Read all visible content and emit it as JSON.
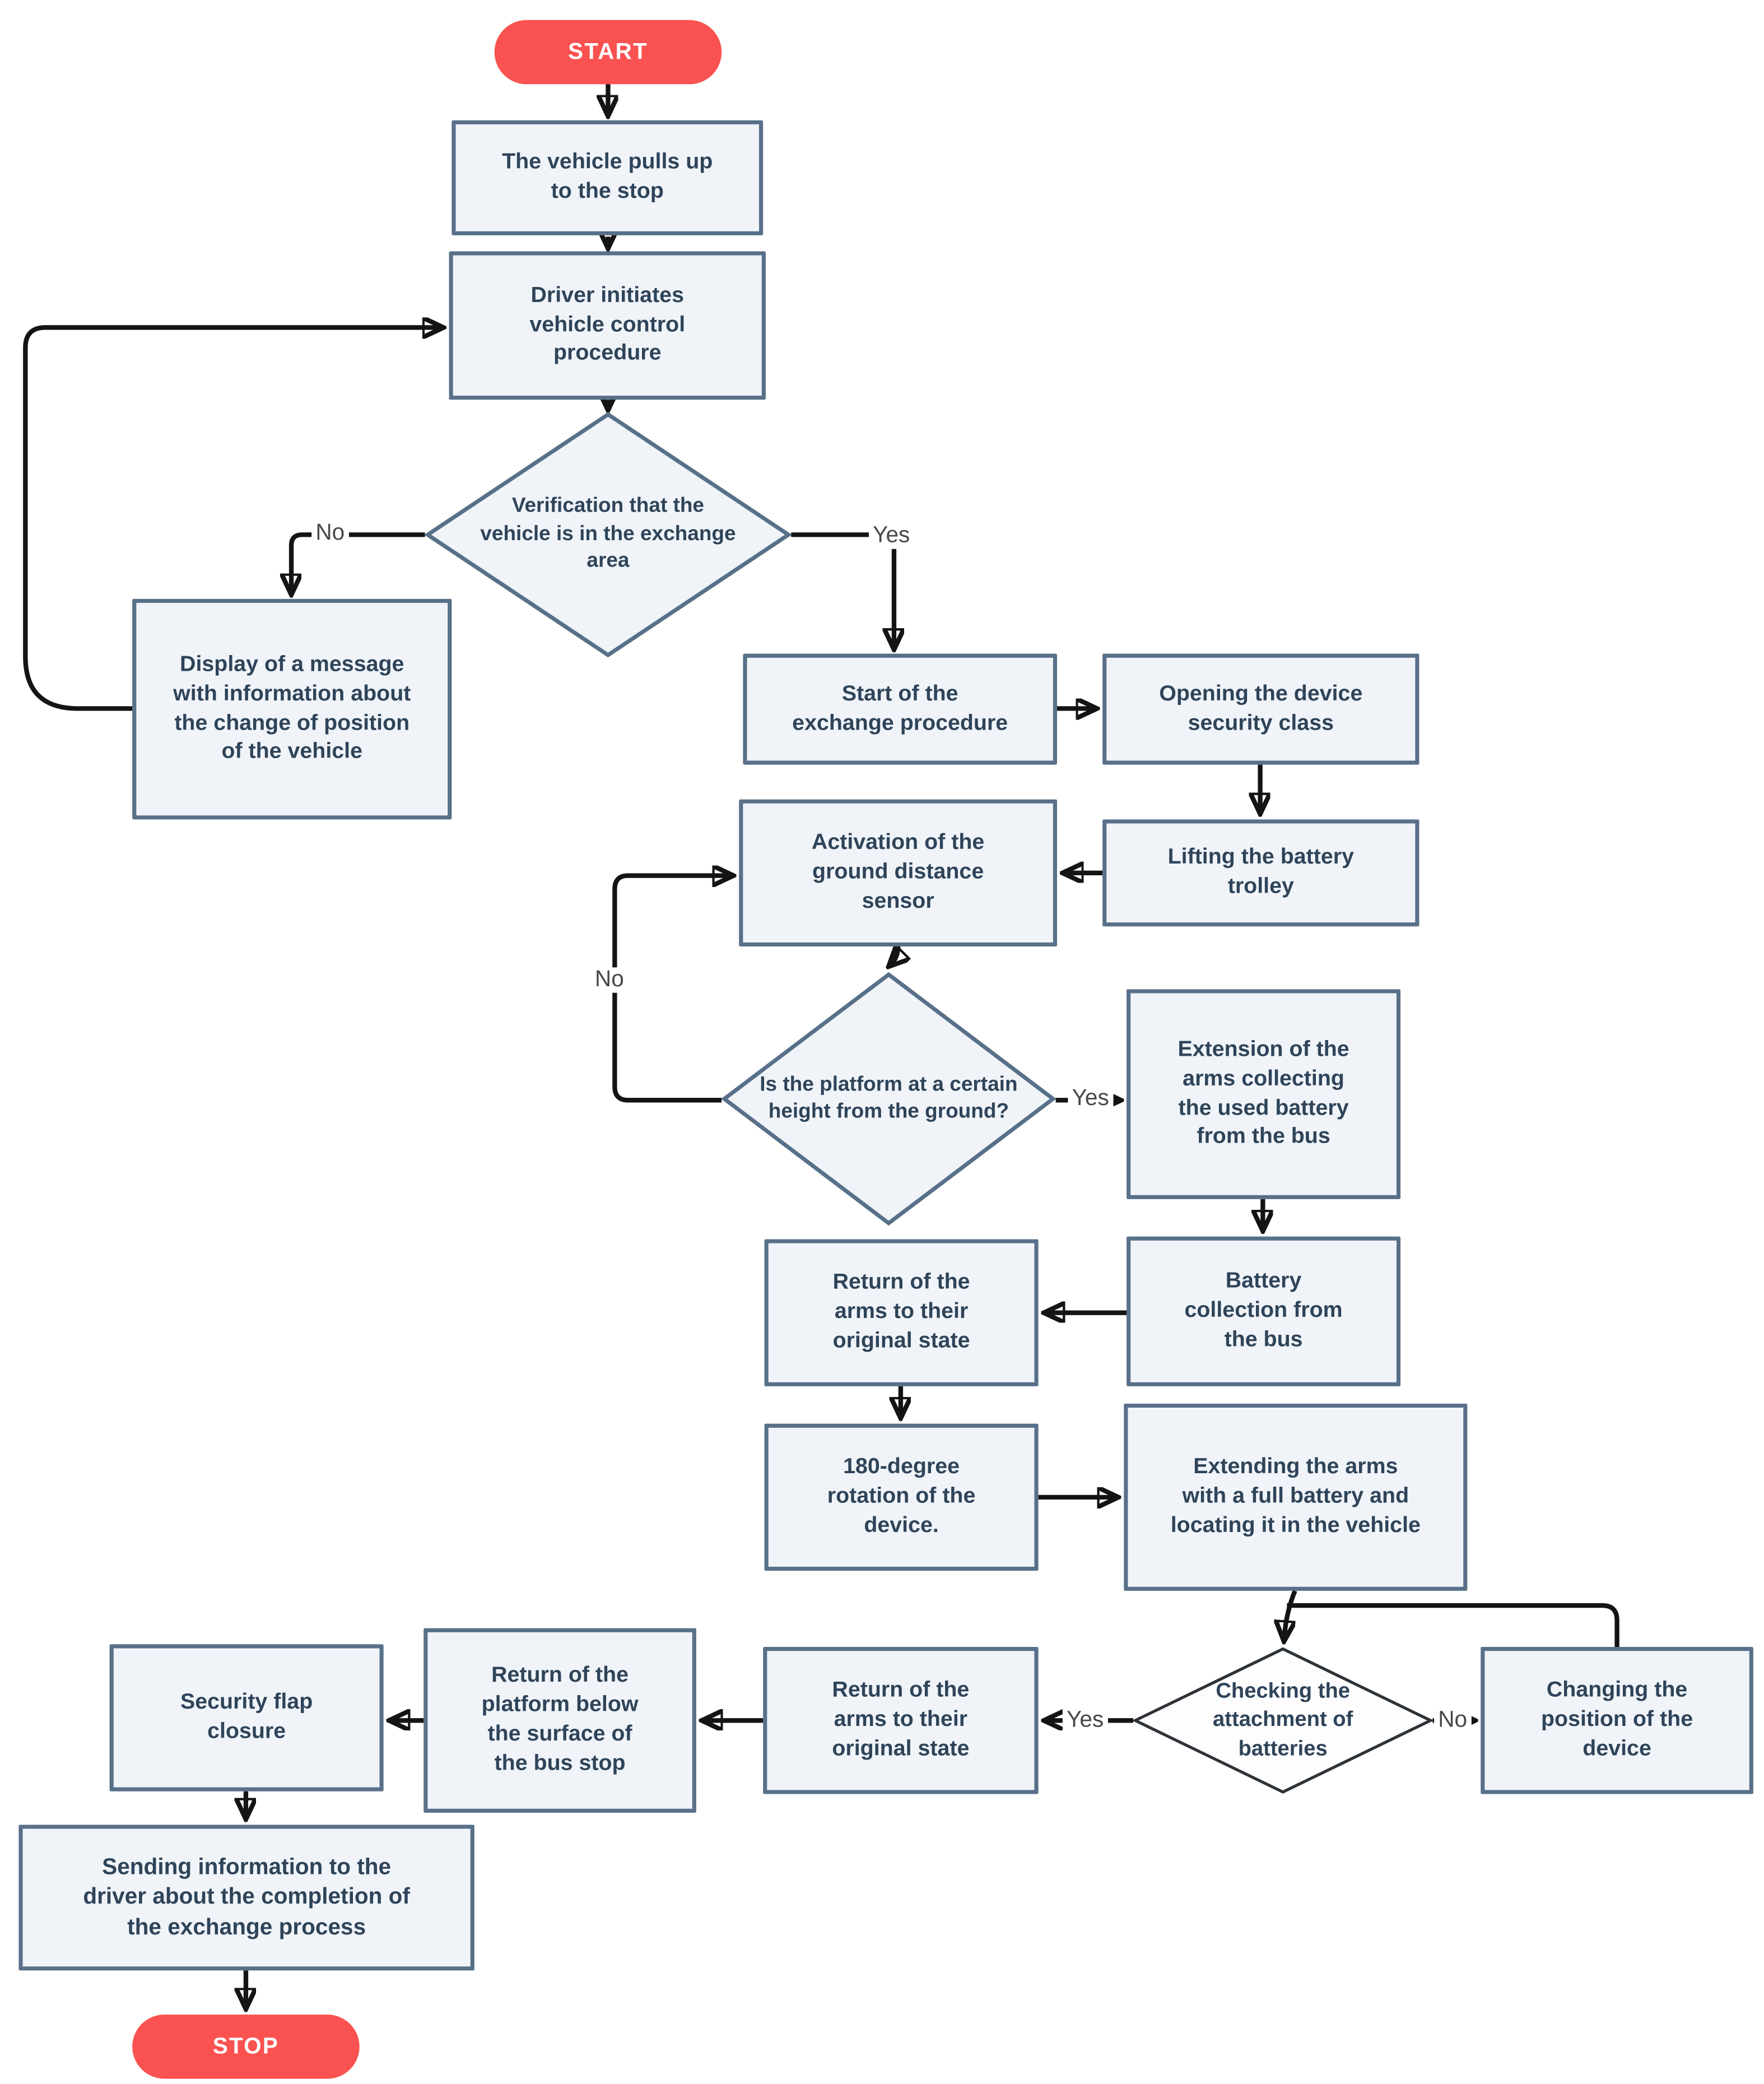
{
  "diagram": {
    "type": "flowchart",
    "start_label": "START",
    "stop_label": "STOP",
    "nodes": {
      "vehicle_pulls": "The vehicle pulls up to the stop",
      "driver_initiates": "Driver initiates vehicle control procedure",
      "verify_area": "Verification that the vehicle is in the exchange area",
      "display_message": "Display of a message with information about the change of position of the vehicle",
      "start_exchange": "Start of the exchange procedure",
      "opening_security": "Opening the device security class",
      "lifting_trolley": "Lifting the battery trolley",
      "activation_sensor": "Activation of the ground distance sensor",
      "platform_height": "Is the platform at a certain height from the ground?",
      "extension_arms": "Extension of the arms collecting the used battery from the bus",
      "battery_collection": "Battery collection from the bus",
      "return_arms_1": "Return of the arms to their original state",
      "rotation_180": "180-degree rotation of the device.",
      "extending_full": "Extending the arms with a full battery and locating it in the vehicle",
      "checking_attach": "Checking the attachment of batteries",
      "changing_position": "Changing the position of the device",
      "return_arms_2": "Return of the arms to their original state",
      "return_platform": "Return of the platform below the surface of the bus stop",
      "security_flap": "Security flap closure",
      "sending_info": "Sending information to the driver about the completion of the exchange process"
    },
    "edge_labels": {
      "verify_no": "No",
      "verify_yes": "Yes",
      "platform_no": "No",
      "platform_yes": "Yes",
      "checking_yes": "Yes",
      "checking_no": "No"
    },
    "colors": {
      "accent_red": "#F95250",
      "node_fill": "#F0F4F9",
      "node_border": "#587089",
      "node_text": "#2F4459",
      "connector": "#141414",
      "label_text": "#474747",
      "checking_border": "#2E3338",
      "checking_fill": "#FDFDFE"
    }
  }
}
